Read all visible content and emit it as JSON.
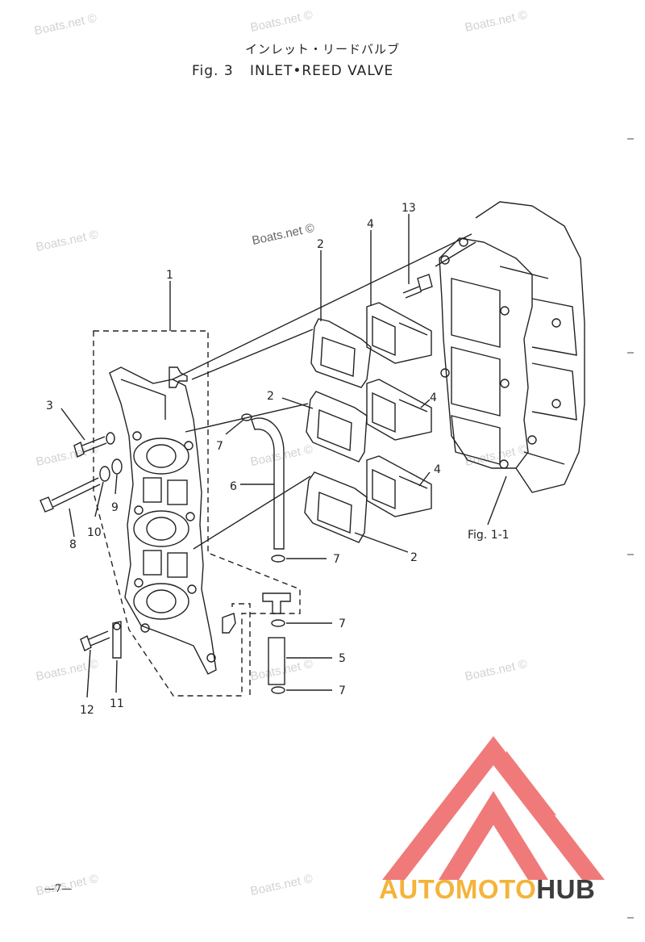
{
  "header": {
    "title_jp": "インレット・リードバルブ",
    "fig_label": "Fig. 3",
    "title_en": "INLET•REED VALVE"
  },
  "watermark": {
    "text": "Boats.net ©",
    "color": "#d2d2d2"
  },
  "callouts": {
    "c1": "1",
    "c2a": "2",
    "c2b": "2",
    "c2c": "2",
    "c3": "3",
    "c4a": "4",
    "c4b": "4",
    "c4c": "4",
    "c5": "5",
    "c6": "6",
    "c7a": "7",
    "c7b": "7",
    "c7c": "7",
    "c7d": "7",
    "c8": "8",
    "c9": "9",
    "c10": "10",
    "c11": "11",
    "c12": "12",
    "c13": "13"
  },
  "fig_ref": "Fig. 1-1",
  "page_number": "—7—",
  "logo": {
    "part1": "AUTO",
    "part2": "MOTO",
    "part3": "HUB",
    "accent_color": "#f4b43a",
    "triangle_color": "#f07a7a",
    "dark_color": "#3d3d3d"
  }
}
